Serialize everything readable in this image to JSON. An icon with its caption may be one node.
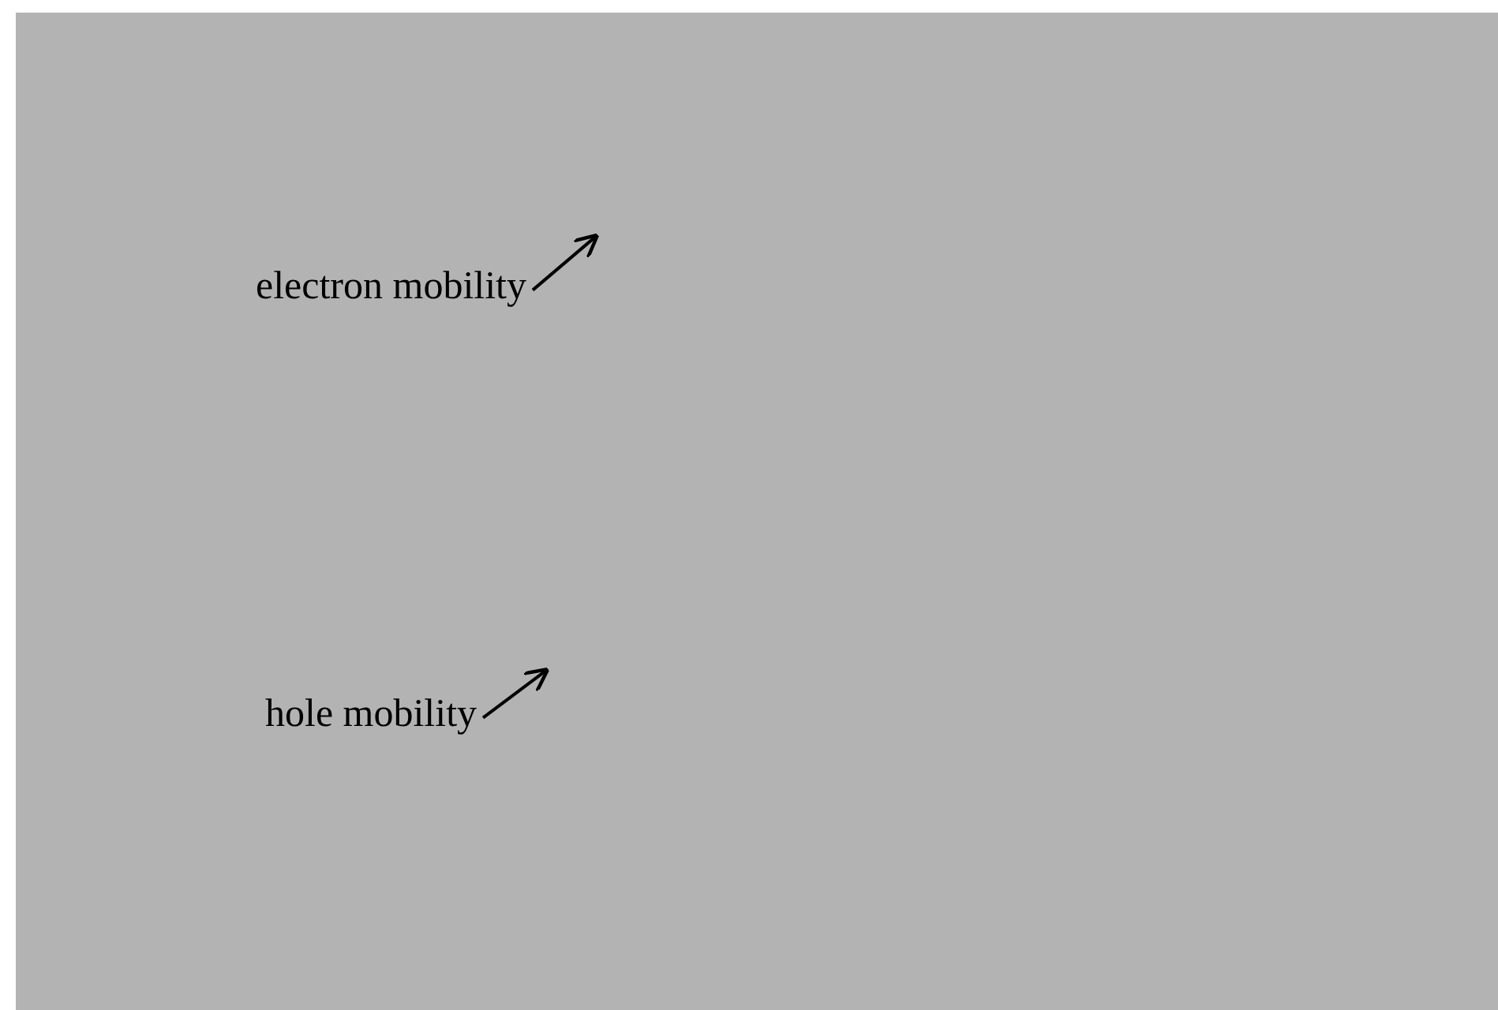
{
  "diagram": {
    "nodes": [
      {
        "text": [
          "electron mobility"
        ]
      },
      {
        "text": [
          "hole mobility"
        ]
      }
    ],
    "edges": [
      {
        "from": 0,
        "to": null,
        "arrow": "to"
      },
      {
        "from": 1,
        "to": null,
        "arrow": "to"
      }
    ]
  }
}
